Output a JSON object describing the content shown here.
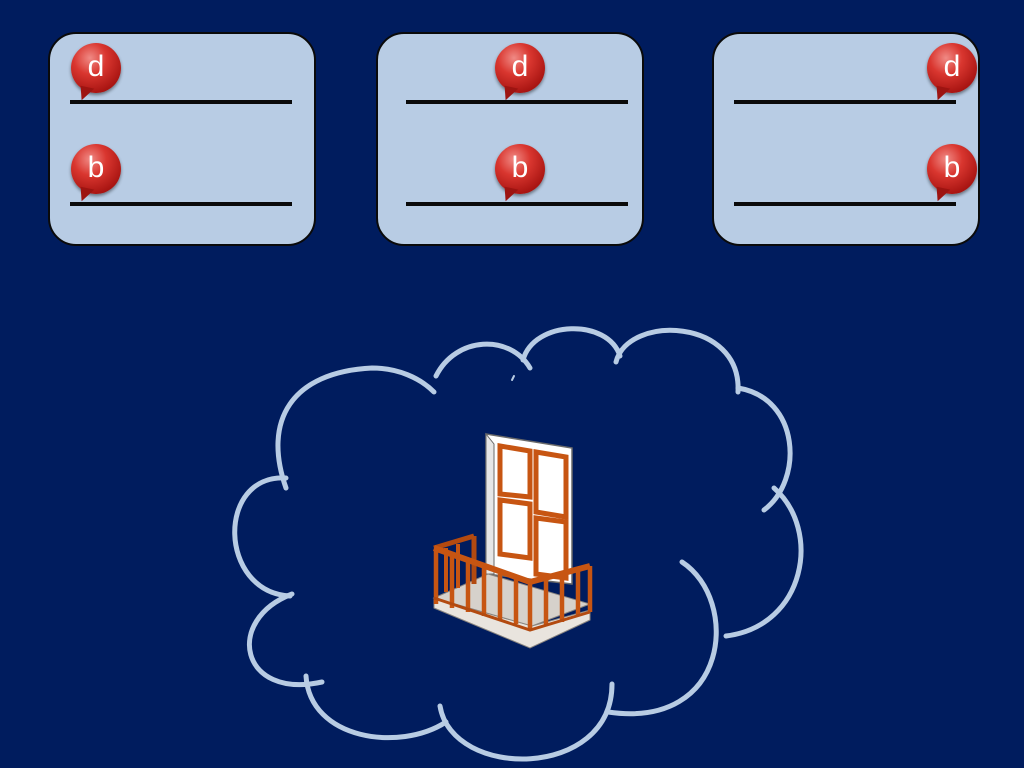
{
  "slide": {
    "background_color": "#001c5e",
    "card_color": "#b8cce4",
    "bubble_color": "#c9231f",
    "cloud_color": "#b8cce4"
  },
  "cards": [
    {
      "top_letter": "d",
      "bottom_letter": "b"
    },
    {
      "top_letter": "d",
      "bottom_letter": "b"
    },
    {
      "top_letter": "d",
      "bottom_letter": "b"
    }
  ],
  "picture": {
    "icon": "balcony-door-icon"
  }
}
